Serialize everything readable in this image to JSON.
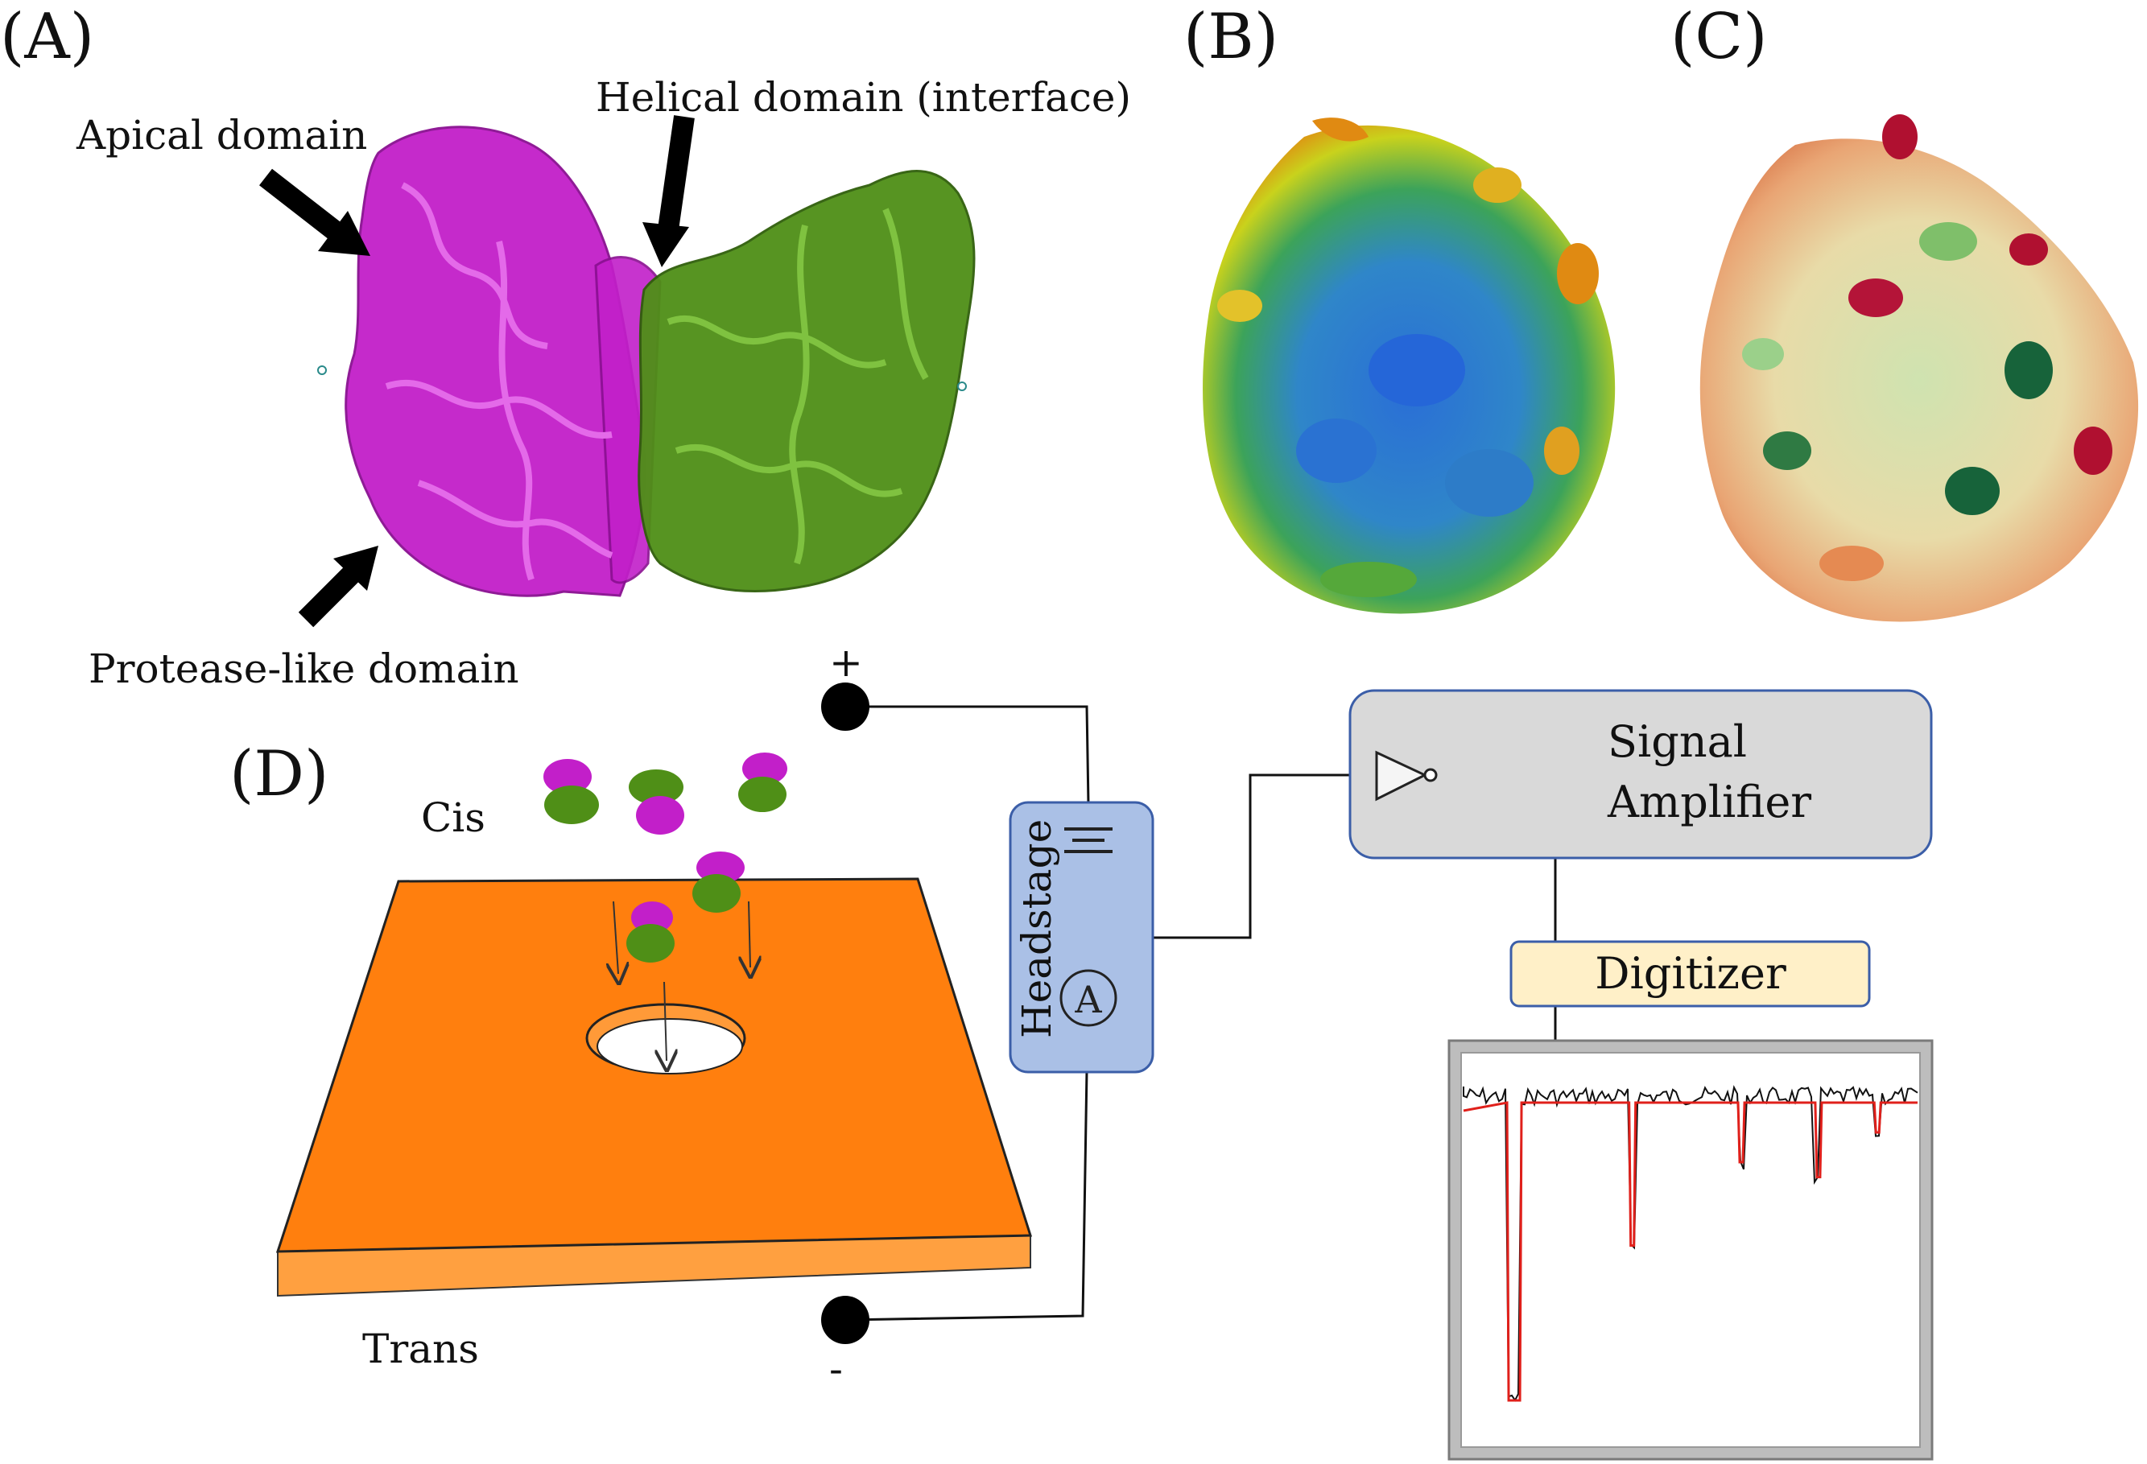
{
  "panels": {
    "a": "(A)",
    "b": "(B)",
    "c": "(C)",
    "d": "(D)"
  },
  "labels": {
    "apical": "Apical domain",
    "helical": "Helical domain (interface)",
    "protease": "Protease-like domain",
    "cis": "Cis",
    "trans": "Trans",
    "plus": "+",
    "minus": "-",
    "headstage": "Headstage",
    "ammeter": "A",
    "amplifier_line1": "Signal",
    "amplifier_line2": "Amplifier",
    "digitizer": "Digitizer"
  },
  "colors": {
    "subunit_a": "#c21fc9",
    "subunit_b": "#4f8f17",
    "membrane": "#ff7f0e",
    "headstage_fill": "#aac0e6",
    "amplifier_fill": "#d9d9d9",
    "digitizer_fill": "#fff0c8",
    "trace_raw": "#111111",
    "trace_fit": "#e0201b"
  },
  "trace": {
    "baseline": 0,
    "events": [
      {
        "t": 0.11,
        "depth": 1.0
      },
      {
        "t": 0.37,
        "depth": 0.48
      },
      {
        "t": 0.61,
        "depth": 0.2
      },
      {
        "t": 0.78,
        "depth": 0.25
      },
      {
        "t": 0.91,
        "depth": 0.1
      }
    ]
  }
}
